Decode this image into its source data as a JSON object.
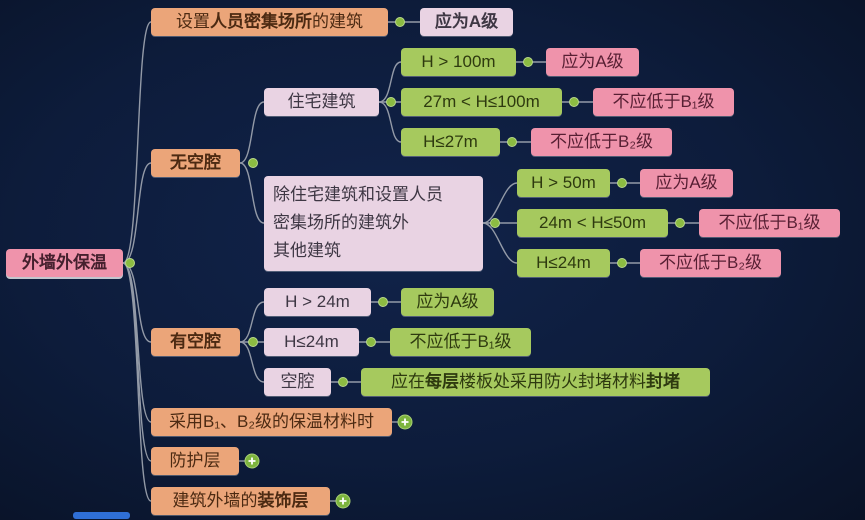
{
  "root": {
    "label": "外墙外保温"
  },
  "nodes": {
    "dense": {
      "pre": "设置",
      "bold": "人员密集场所",
      "post": "的建筑",
      "result": "应为A级"
    },
    "no_cavity": {
      "label": "无空腔",
      "residential": {
        "label": "住宅建筑",
        "rules": [
          {
            "cond": "H > 100m",
            "req": "应为A级"
          },
          {
            "cond": "27m < H≤100m",
            "req": "不应低于B₁级"
          },
          {
            "cond": "H≤27m",
            "req": "不应低于B₂级"
          }
        ]
      },
      "other": {
        "label": "除住宅建筑和设置人员\n密集场所的建筑外\n其他建筑",
        "rules": [
          {
            "cond": "H > 50m",
            "req": "应为A级"
          },
          {
            "cond": "24m < H≤50m",
            "req": "不应低于B₁级"
          },
          {
            "cond": "H≤24m",
            "req": "不应低于B₂级"
          }
        ]
      }
    },
    "cavity": {
      "label": "有空腔",
      "rules": [
        {
          "cond": "H > 24m",
          "req": "应为A级"
        },
        {
          "cond": "H≤24m",
          "req": "不应低于B₁级"
        }
      ],
      "cavity_rule": {
        "cond": "空腔",
        "req_pre": "应在",
        "req_bold1": "每层",
        "req_mid": "楼板处采用防火封堵材料",
        "req_bold2": "封堵"
      }
    },
    "b1b2": {
      "label": "采用B₁、B₂级的保温材料时"
    },
    "protective": {
      "label": "防护层"
    },
    "decorative": {
      "pre": "建筑外墙的",
      "bold": "装饰层"
    }
  },
  "colors": {
    "background": "#0d1c3b",
    "branch_orange": "#eba579",
    "condition_green": "#a6c95e",
    "result_pink": "#ef93ab",
    "pale_pink": "#e9d3e3",
    "connector": "#9ba1ad",
    "expand_icon_green": "#7db43e",
    "scrollbar_blue": "#2f6fd6"
  }
}
